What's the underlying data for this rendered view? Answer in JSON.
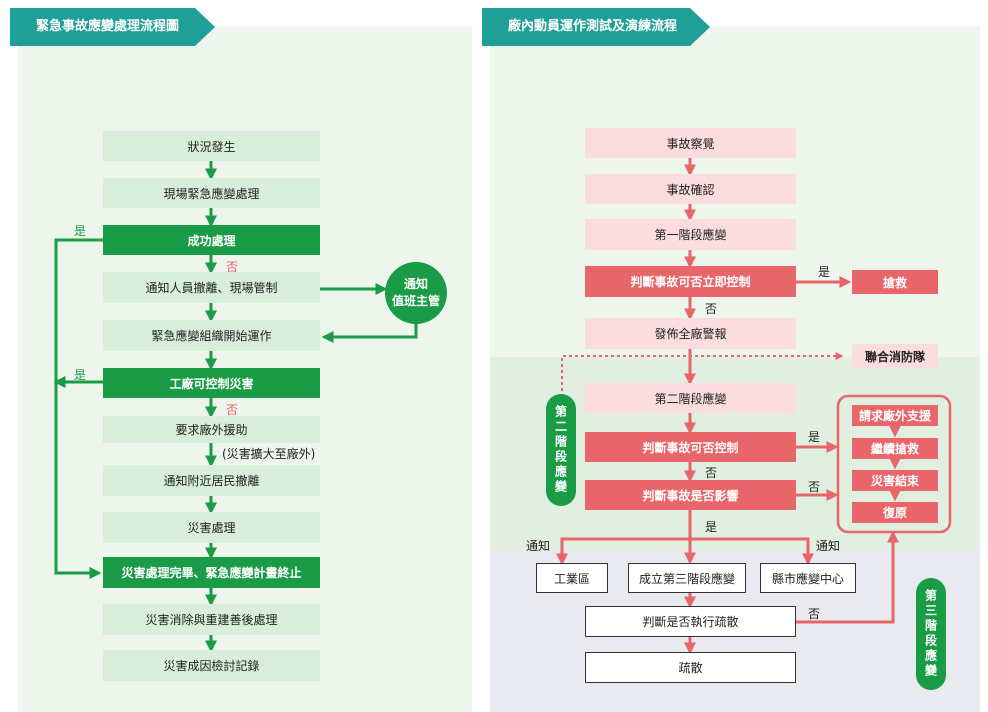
{
  "left": {
    "title": "緊急事故應變處理流程圖",
    "steps": [
      "狀況發生",
      "現場緊急應變處理",
      "成功處理",
      "通知人員撤離、現場管制",
      "緊急應變組織開始運作",
      "工廠可控制災害",
      "要求廠外援助",
      "通知附近居民撤離",
      "災害處理",
      "災害處理完畢、緊急應變計畫終止",
      "災害消除與重建善後處理",
      "災害成因檢討記錄"
    ],
    "circle": {
      "line1": "通知",
      "line2": "值班主管"
    },
    "yes1": "是",
    "no1": "否",
    "yes2": "是",
    "no2": "否",
    "note": "(災害擴大至廠外)"
  },
  "right": {
    "title": "廠內動員運作測試及演練流程",
    "steps": [
      "事故察覺",
      "事故確認",
      "第一階段應變",
      "判斷事故可否立即控制",
      "發佈全廠警報",
      "第二階段應變",
      "判斷事故可否控制",
      "判斷事故是否影響",
      "工業區",
      "成立第三階段應變",
      "縣市應變中心",
      "判斷是否執行疏散",
      "疏散"
    ],
    "rescue": "搶救",
    "fire": "聯合消防隊",
    "group": [
      "請求廠外支援",
      "繼續搶救",
      "災害結束",
      "復原"
    ],
    "stage2": "第二階段應變",
    "stage3": "第三階段應變",
    "labels": {
      "yes_a": "是",
      "no_a": "否",
      "yes_b": "是",
      "no_b": "否",
      "no_c": "否",
      "yes_c": "是",
      "notify_left": "通知",
      "notify_right": "通知",
      "no_d": "否"
    }
  }
}
